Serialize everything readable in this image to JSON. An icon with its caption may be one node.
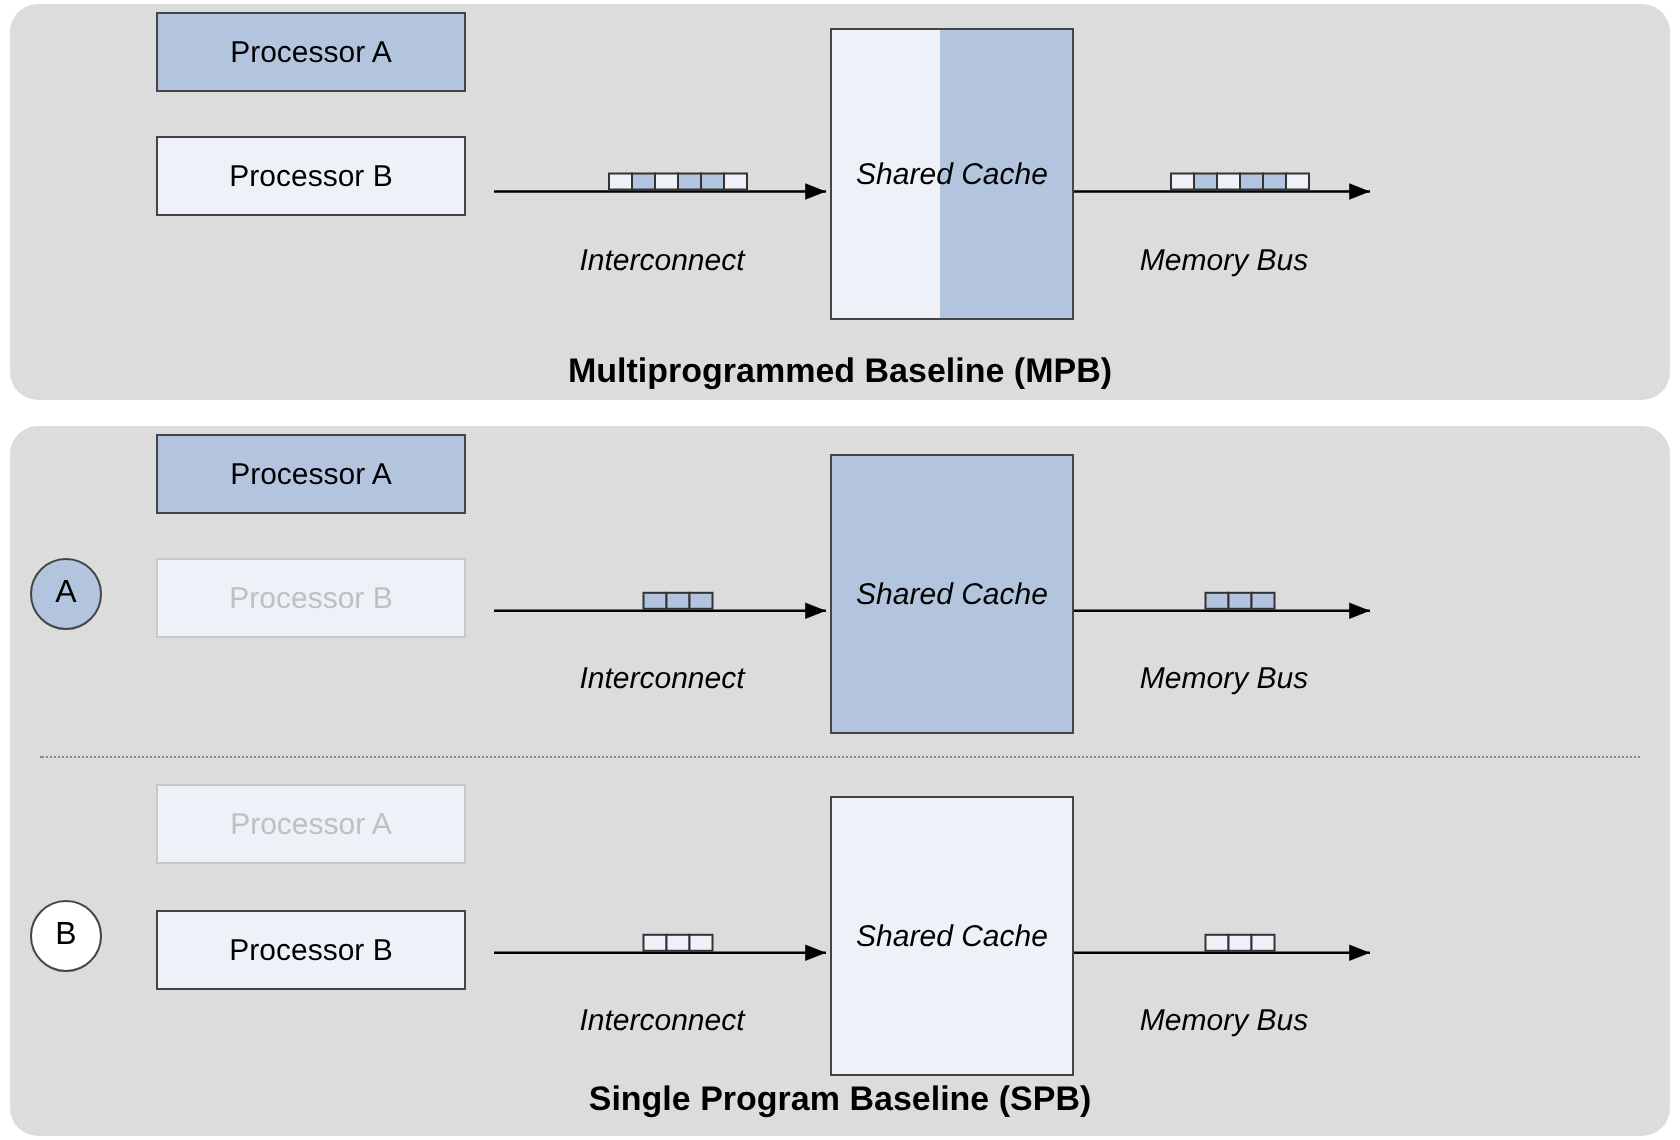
{
  "diagram": {
    "nodes": [
      {
        "text": [
          "Multiprogrammed Baseline (MPB)"
        ]
      },
      {
        "text": [
          "Processor A"
        ],
        "in": 0
      },
      {
        "text": [
          "Processor B"
        ],
        "in": 0
      },
      {
        "text": [
          "Shared Cache"
        ],
        "in": 0
      },
      {
        "text": [
          "Single Program Baseline (SPB)"
        ]
      },
      {
        "text": [
          "A"
        ],
        "in": 4
      },
      {
        "text": [
          "Processor A"
        ],
        "in": 4
      },
      {
        "text": [
          "Processor B"
        ],
        "in": 4
      },
      {
        "text": [
          "Shared Cache"
        ],
        "in": 4
      },
      {
        "text": [
          "B"
        ],
        "in": 4
      },
      {
        "text": [
          "Processor A"
        ],
        "in": 4
      },
      {
        "text": [
          "Processor B"
        ],
        "in": 4
      },
      {
        "text": [
          "Shared Cache"
        ],
        "in": 4
      }
    ],
    "edges": [
      {
        "from": null,
        "to": 3,
        "arrow": "to",
        "label": "Interconnect"
      },
      {
        "from": 3,
        "to": null,
        "arrow": "to",
        "label": "Memory Bus"
      },
      {
        "from": null,
        "to": 8,
        "arrow": "to",
        "label": "Interconnect"
      },
      {
        "from": 8,
        "to": null,
        "arrow": "to",
        "label": "Memory Bus"
      },
      {
        "from": null,
        "to": 12,
        "arrow": "to",
        "label": "Interconnect"
      },
      {
        "from": 12,
        "to": null,
        "arrow": "to",
        "label": "Memory Bus"
      }
    ]
  }
}
